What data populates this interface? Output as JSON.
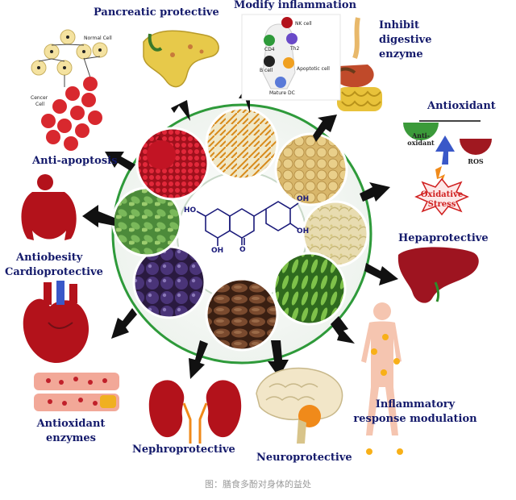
{
  "center_molecule": {
    "oh_top_left": "HO",
    "oh_right_top": "OH",
    "oh_right_mid": "OH",
    "oh_bottom": "OH",
    "carbonyl": "O"
  },
  "benefits": {
    "pancreatic": "Pancreatic protective",
    "inflammation": "Modify inflammation",
    "digestive_1": "Inhibit",
    "digestive_2": "digestive",
    "digestive_3": "enzyme",
    "antioxidant": "Antioxidant",
    "hepatoprotective": "Hepaprotective",
    "inflammatory_1": "Inflammatory",
    "inflammatory_2": "response modulation",
    "neuroprotective": "Neuroprotective",
    "nephroprotective": "Nephroprotective",
    "antioxidant_enzymes_1": "Antioxidant",
    "antioxidant_enzymes_2": "enzymes",
    "antiobesity_1": "Antiobesity",
    "antiobesity_2": "Cardioprotective",
    "anti_apoptosis": "Anti-apoptosis"
  },
  "apoptosis_inset": {
    "normal_cell": "Normal Cell",
    "cancer_cell_1": "Cencer",
    "cancer_cell_2": "Cell"
  },
  "immune_inset": {
    "nk_cell": "NK cell",
    "cd4": "CD4",
    "th2": "Th2",
    "b_cell": "B cell",
    "apoptotic_cell": "Apoptotic cell",
    "mature_dc": "Mature DC"
  },
  "antioxidant_inset": {
    "anti_oxidant_1": "Anti-",
    "anti_oxidant_2": "oxidant",
    "ros": "ROS",
    "oxidative_1": "Oxidative",
    "oxidative_2": "Stress"
  },
  "caption": "图：膳食多酚对身体的益处",
  "colors": {
    "label_navy": "#141a6b",
    "ring_green": "#2e9a3a",
    "arrow": "#111111",
    "organ_red": "#b3121b",
    "caption_gray": "#9a9a9a"
  }
}
